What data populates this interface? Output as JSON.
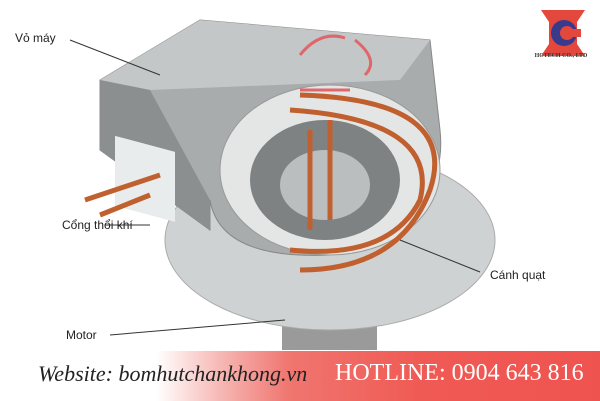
{
  "labels": {
    "housing": "Vỏ máy",
    "outlet": "Cổng thổi khí",
    "impeller": "Cánh quạt",
    "motor": "Motor"
  },
  "logo": {
    "company": "HCTECH CO., LTD",
    "color": "#e4473b",
    "accent": "#3a3a8c"
  },
  "banner": {
    "website": "Website: bomhutchankhong.vn",
    "hotline": "HOTLINE: 0904 643 816"
  }
}
